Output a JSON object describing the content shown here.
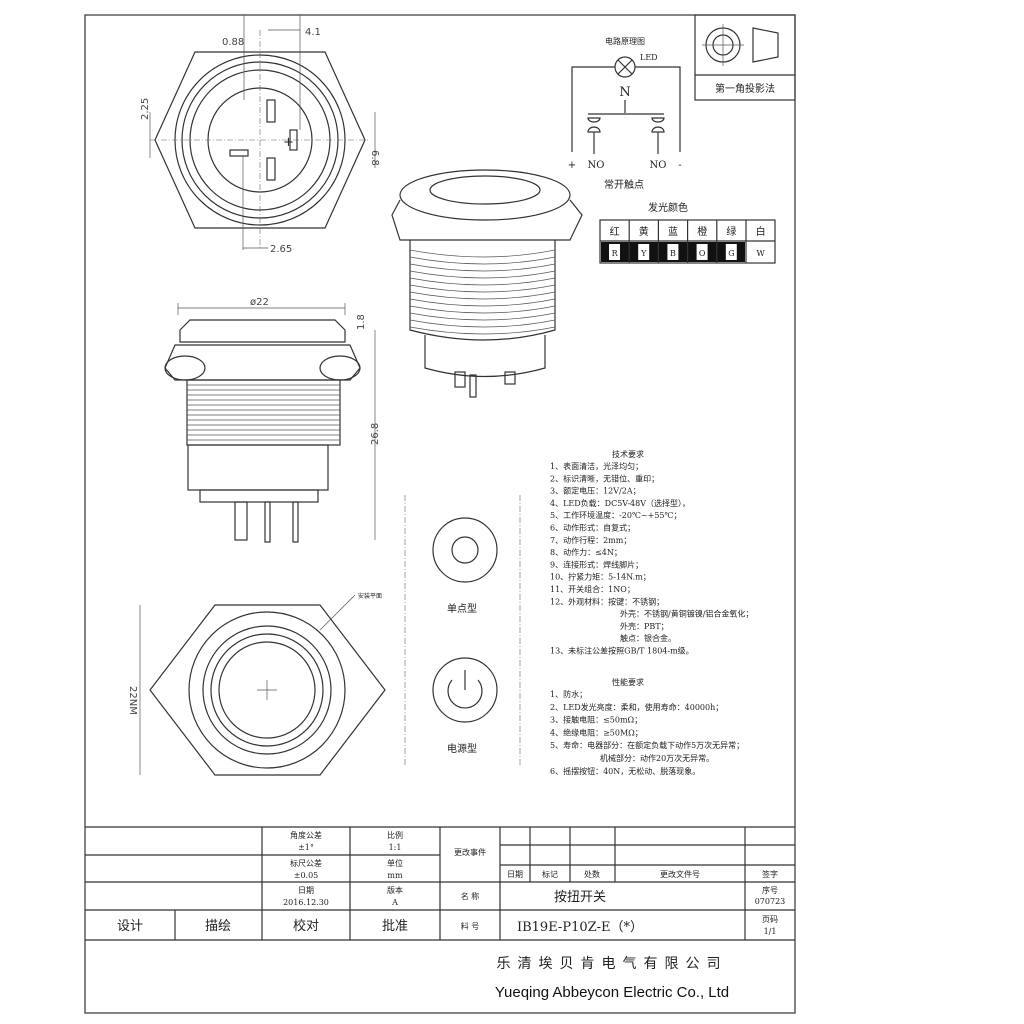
{
  "dimensions": {
    "d088": "0.88",
    "d41": "4.1",
    "d225": "2.25",
    "d68": "6.8",
    "d265": "2.65",
    "d22": "ø22",
    "d18": "1.8",
    "d268": "26.8",
    "d22hex": "22NM",
    "panel_note": "安装平面"
  },
  "projection": {
    "label": "第一角投影法"
  },
  "circuit": {
    "title": "电路原理图",
    "led": "LED",
    "n": "N",
    "plus": "+",
    "minus": "-",
    "no1": "NO",
    "no2": "NO",
    "caption": "常开触点"
  },
  "colors": {
    "title": "发光颜色",
    "names": [
      "红",
      "黄",
      "蓝",
      "橙",
      "绿",
      "白"
    ],
    "codes": [
      "R",
      "Y",
      "B",
      "O",
      "G",
      "W"
    ]
  },
  "icons": {
    "dot_label": "单点型",
    "power_label": "电源型"
  },
  "tech": {
    "title": "技术要求",
    "items": [
      "1、表面清洁，光泽均匀；",
      "2、标识清晰，无错位、重印；",
      "3、额定电压：12V/2A；",
      "4、LED负载：DC5V-48V（选择型），",
      "5、工作环境温度：-20℃~+55℃；",
      "6、动作形式：自复式；",
      "7、动作行程：2mm；",
      "8、动作力：≤4N；",
      "9、连接形式：焊线脚片；",
      "10、拧紧力矩：5-14N.m；",
      "11、开关组合：1NO；",
      "12、外观材料：按键：不锈钢；",
      "外壳：不锈钢/黄铜镀镍/铝合金氧化；",
      "外壳：PBT；",
      "触点：银合金。",
      "13、未标注公差按照GB/T 1804-m级。"
    ]
  },
  "perf": {
    "title": "性能要求",
    "items": [
      "1、防水；",
      "2、LED发光亮度：柔和，使用寿命：40000h；",
      "3、接触电阻：≤50mΩ；",
      "4、绝缘电阻：≥50MΩ；",
      "5、寿命：电器部分：在额定负载下动作5万次无异常；",
      "机械部分：动作20万次无异常。",
      "6、摇摆按钮：40N，无松动、脱落现象。"
    ]
  },
  "title_block": {
    "angle_tol_label": "角度公差",
    "angle_tol": "±1°",
    "scale_label": "比例",
    "scale": "1:1",
    "dim_tol_label": "标尺公差",
    "dim_tol": "±0.05",
    "unit_label": "单位",
    "unit": "mm",
    "date_label": "日期",
    "date": "2016.12.30",
    "version_label": "版本",
    "version": "A",
    "change_label": "更改事件",
    "change_headers": [
      "日期",
      "标记",
      "处数",
      "更改文件号",
      "签字"
    ],
    "name_label": "名 称",
    "name": "按扭开关",
    "serial_label": "序号",
    "serial": "070723",
    "part_label": "料 号",
    "part": "IB19E-P10Z-E（*）",
    "page_label": "页码",
    "page": "1/1",
    "roles": [
      "设计",
      "描绘",
      "校对",
      "批准"
    ],
    "company_cn": "乐清埃贝肯电气有限公司",
    "company_en": "Yueqing Abbeycon Electric Co., Ltd"
  }
}
